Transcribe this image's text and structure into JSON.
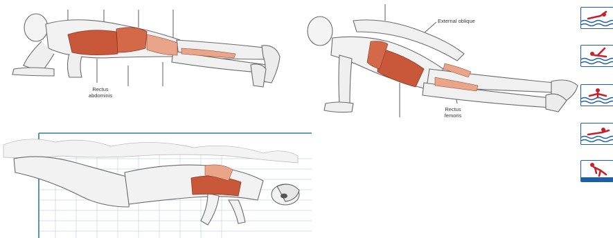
{
  "labels": {
    "rectus_abdominis_line1": "Rectus",
    "rectus_abdominis_line2": "abdominis",
    "external_oblique": "External oblique",
    "rectus_femoris_line1": "Rectus",
    "rectus_femoris_line2": "femoris"
  },
  "colors": {
    "muscle_highlight": "#c9573a",
    "muscle_shade": "#e8a58a",
    "outline": "#6a6a6a",
    "icon_border": "#1a5fa8",
    "icon_water": "#1a5fa8",
    "icon_swimmer": "#c8202a",
    "pool_grid": "#c9d6de",
    "pool_edge": "#2f7f8a"
  },
  "icons": [
    {
      "name": "freestyle-icon"
    },
    {
      "name": "backstroke-icon"
    },
    {
      "name": "breaststroke-icon"
    },
    {
      "name": "butterfly-icon"
    },
    {
      "name": "dive-start-icon"
    }
  ]
}
